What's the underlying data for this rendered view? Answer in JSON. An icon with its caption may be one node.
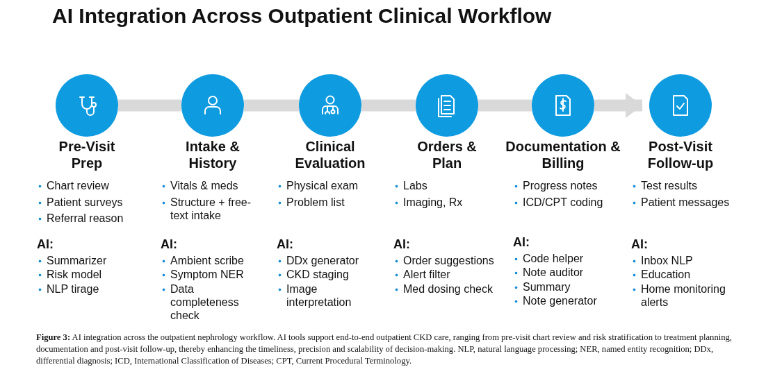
{
  "diagram": {
    "title": "AI Integration Across Outpatient Clinical Workflow",
    "nodes": [
      {
        "text": [],
        "shape": "circle",
        "beside": [
          "Pre-Visit Prep",
          "Chart review",
          "Patient surveys",
          "Referral reason",
          "AI:",
          "Summarizer",
          "Risk model",
          "NLP tirage"
        ]
      },
      {
        "text": [],
        "shape": "circle",
        "beside": [
          "Intake & History",
          "Vitals & meds",
          "Structure + free-text intake",
          "AI:",
          "Ambient scribe",
          "Symptom NER",
          "Data completeness check"
        ]
      },
      {
        "text": [],
        "shape": "circle",
        "beside": [
          "Clinical Evaluation",
          "Physical exam",
          "Problem list",
          "AI:",
          "DDx generator",
          "CKD staging",
          "Image interpretation"
        ]
      },
      {
        "text": [],
        "shape": "circle",
        "beside": [
          "Orders & Plan",
          "Labs",
          "Imaging, Rx",
          "AI:",
          "Order suggestions",
          "Alert filter",
          "Med dosing check"
        ]
      },
      {
        "text": [],
        "shape": "circle",
        "beside": [
          "Documentation & Billing",
          "Progress notes",
          "ICD/CPT coding",
          "AI:",
          "Code helper",
          "Note auditor",
          "Summary",
          "Note generator"
        ]
      },
      {
        "text": [],
        "shape": "circle",
        "beside": [
          "Post-Visit Follow-up",
          "Test results",
          "Patient messages",
          "AI:",
          "Inbox NLP",
          "Education",
          "Home monitoring alerts"
        ]
      }
    ],
    "edges": [
      {
        "from": 0,
        "to": 1,
        "arrow": "none"
      },
      {
        "from": 1,
        "to": 2,
        "arrow": "none"
      },
      {
        "from": 2,
        "to": 3,
        "arrow": "none"
      },
      {
        "from": 3,
        "to": 4,
        "arrow": "none"
      },
      {
        "from": 4,
        "to": 5,
        "arrow": "to"
      }
    ],
    "caption": "**Figure 3:** AI integration across the outpatient nephrology workflow. AI tools support end-to-end outpatient CKD care, ranging from pre-visit chart review and risk stratification to treatment planning, documentation and post-visit follow-up, thereby enhancing the timeliness, precision and scalability of decision-making. NLP, natural language processing; NER, named entity recognition; DDx, differential diagnosis; ICD, International Classification of Diseases; CPT, Current Procedural Terminology."
  }
}
